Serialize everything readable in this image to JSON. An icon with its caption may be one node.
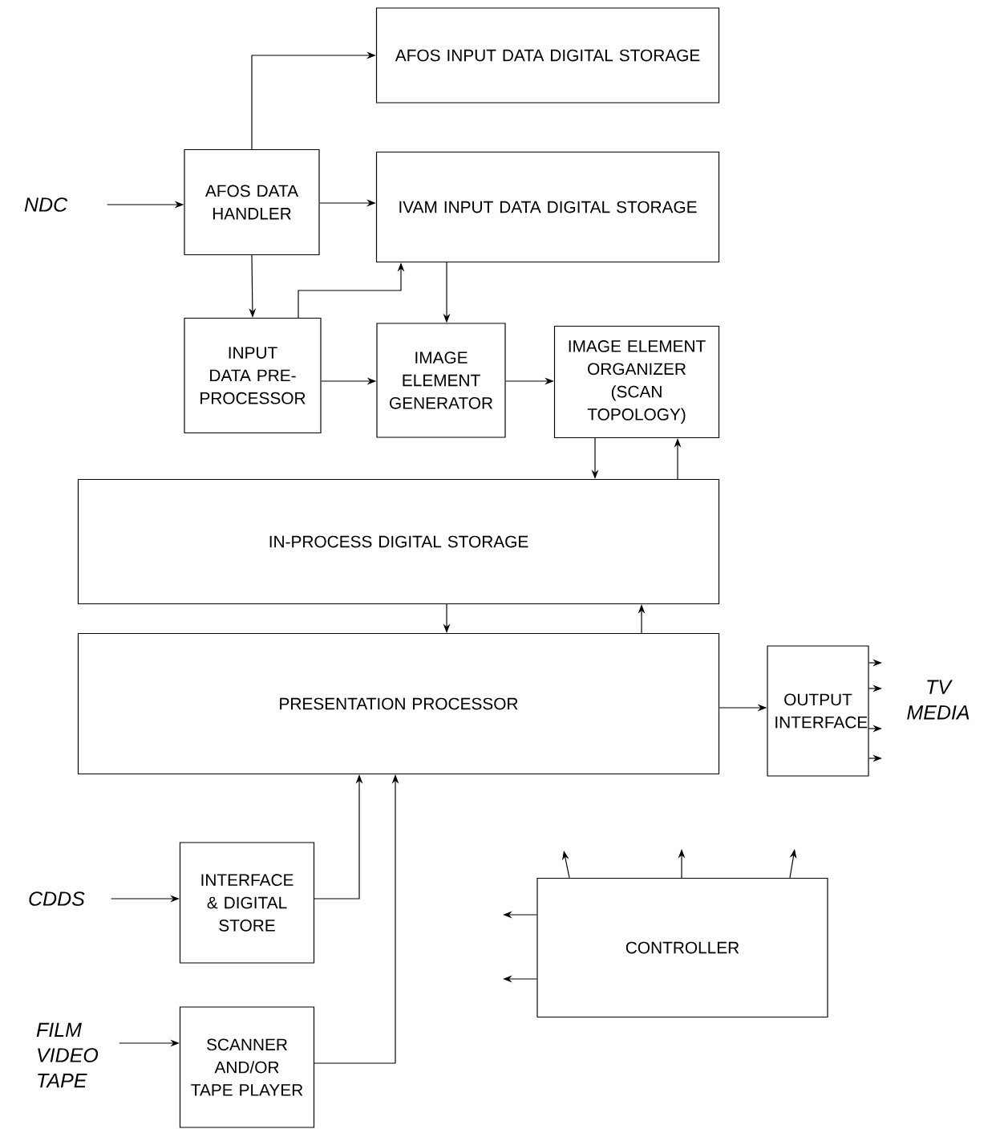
{
  "diagram": {
    "nodes": [
      {
        "text": [
          "AFOS INPUT DATA DIGITAL STORAGE"
        ]
      },
      {
        "text": [
          "AFOS DATA HANDLER"
        ]
      },
      {
        "text": [
          "IVAM INPUT DATA DIGITAL STORAGE"
        ]
      },
      {
        "text": [
          "NDC"
        ]
      },
      {
        "text": [
          "INPUT DATA PRE-PROCESSOR"
        ]
      },
      {
        "text": [
          "IMAGE ELEMENT GENERATOR"
        ]
      },
      {
        "text": [
          "IMAGE ELEMENT ORGANIZER (SCAN TOPOLOGY)"
        ]
      },
      {
        "text": [
          "IN-PROCESS DIGITAL STORAGE"
        ]
      },
      {
        "text": [
          "PRESENTATION PROCESSOR"
        ]
      },
      {
        "text": [
          "OUTPUT INTERFACE"
        ]
      },
      {
        "text": [
          "CDDS"
        ]
      },
      {
        "text": [
          "INTERFACE & DIGITAL STORE"
        ]
      },
      {
        "text": [
          "FILM VIDEO TAPE"
        ]
      },
      {
        "text": [
          "SCANNER AND/OR TAPE PLAYER"
        ]
      },
      {
        "text": [
          "CONTROLLER"
        ]
      }
    ],
    "edges": [
      {
        "from": 3,
        "to": 1,
        "arrow": "to"
      },
      {
        "from": 1,
        "to": 0,
        "arrow": "to"
      },
      {
        "from": 1,
        "to": 2,
        "arrow": "to"
      },
      {
        "from": 1,
        "to": 4,
        "arrow": "to"
      },
      {
        "from": 4,
        "to": 2,
        "arrow": "to"
      },
      {
        "from": 2,
        "to": 5,
        "arrow": "to"
      },
      {
        "from": 4,
        "to": 5,
        "arrow": "to"
      },
      {
        "from": 5,
        "to": 6,
        "arrow": "to"
      },
      {
        "from": 6,
        "to": 7,
        "arrow": "to"
      },
      {
        "from": 7,
        "to": 6,
        "arrow": "to"
      },
      {
        "from": 7,
        "to": 8,
        "arrow": "to"
      },
      {
        "from": 8,
        "to": 7,
        "arrow": "to"
      },
      {
        "from": 8,
        "to": 9,
        "arrow": "to"
      },
      {
        "from": 9,
        "to": null,
        "arrow": "to"
      },
      {
        "from": 9,
        "to": null,
        "arrow": "to"
      },
      {
        "from": 9,
        "to": null,
        "arrow": "to"
      },
      {
        "from": 9,
        "to": null,
        "arrow": "to"
      },
      {
        "from": 10,
        "to": 11,
        "arrow": "to"
      },
      {
        "from": 11,
        "to": 8,
        "arrow": "to"
      },
      {
        "from": 12,
        "to": 13,
        "arrow": "to"
      },
      {
        "from": 13,
        "to": 8,
        "arrow": "to"
      },
      {
        "from": 14,
        "to": null,
        "arrow": "to"
      },
      {
        "from": 14,
        "to": null,
        "arrow": "to"
      },
      {
        "from": 14,
        "to": null,
        "arrow": "to"
      },
      {
        "from": 14,
        "to": null,
        "arrow": "to"
      },
      {
        "from": 14,
        "to": null,
        "arrow": "to"
      }
    ],
    "labels": [
      "TV MEDIA"
    ]
  }
}
